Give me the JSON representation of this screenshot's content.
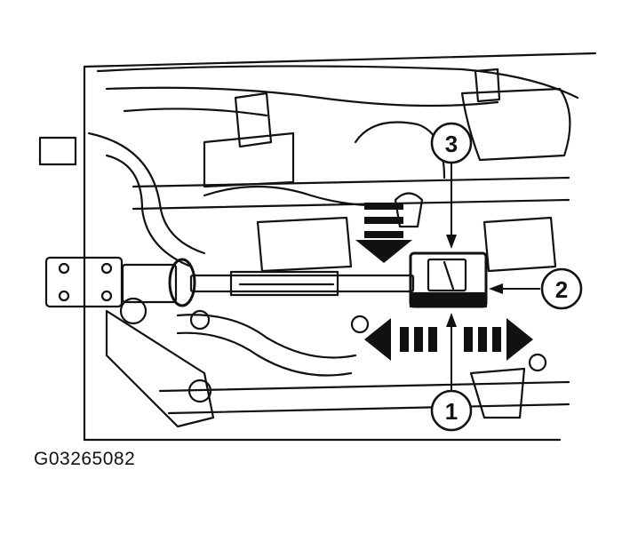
{
  "figure": {
    "id_label": "G03265082"
  },
  "callouts": [
    {
      "number": "1"
    },
    {
      "number": "2"
    },
    {
      "number": "3"
    }
  ],
  "colors": {
    "ink": "#111111",
    "paper": "#ffffff"
  }
}
